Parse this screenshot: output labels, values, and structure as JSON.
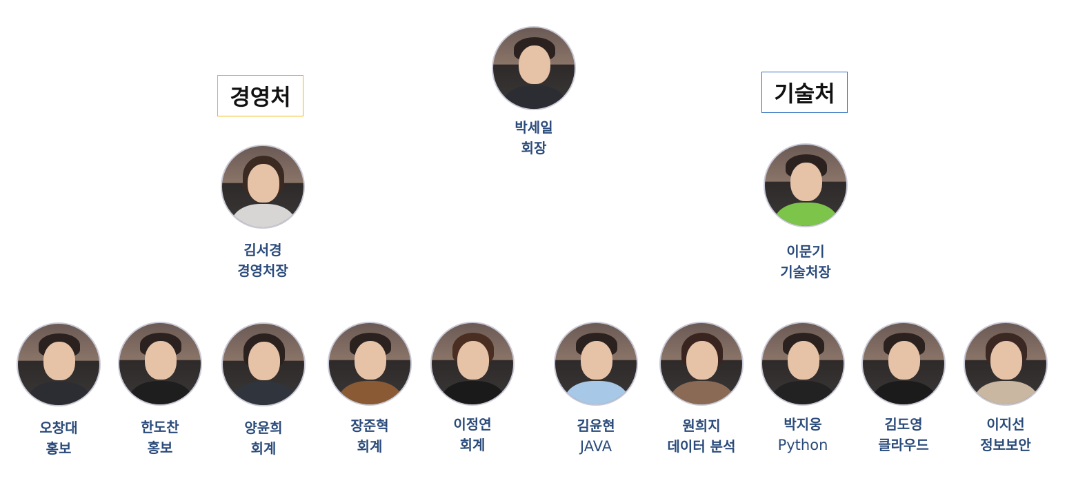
{
  "departments": {
    "management": "경영처",
    "tech": "기술처"
  },
  "leaders": {
    "president": {
      "name": "박세일",
      "role": "회장"
    },
    "management_head": {
      "name": "김서경",
      "role": "경영처장"
    },
    "tech_head": {
      "name": "이문기",
      "role": "기술처장"
    }
  },
  "members": [
    {
      "name": "오창대",
      "role": "홍보"
    },
    {
      "name": "한도찬",
      "role": "홍보"
    },
    {
      "name": "양윤희",
      "role": "회계"
    },
    {
      "name": "장준혁",
      "role": "회계"
    },
    {
      "name": "이정연",
      "role": "회계"
    },
    {
      "name": "김윤현",
      "role": "JAVA"
    },
    {
      "name": "원희지",
      "role": "데이터 분석"
    },
    {
      "name": "박지웅",
      "role": "Python"
    },
    {
      "name": "김도영",
      "role": "클라우드"
    },
    {
      "name": "이지선",
      "role": "정보보안"
    }
  ]
}
